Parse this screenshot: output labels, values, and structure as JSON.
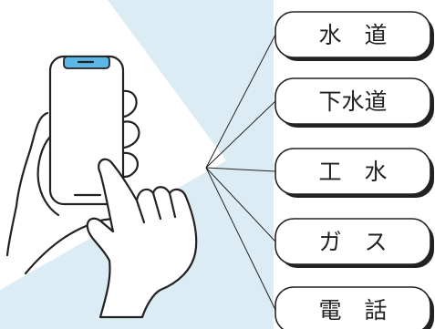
{
  "colors": {
    "background": "#ffffff",
    "accent_shape": "#dcecf4",
    "line": "#222222",
    "phone_notch": "#5bb8e6"
  },
  "services": [
    {
      "label": "水　道",
      "icon": "water-supply"
    },
    {
      "label": "下水道",
      "icon": "sewerage"
    },
    {
      "label": "工　水",
      "icon": "industrial-water"
    },
    {
      "label": "ガ　ス",
      "icon": "gas"
    },
    {
      "label": "電　話",
      "icon": "telephone"
    }
  ],
  "illustration": {
    "icon": "hand-holding-smartphone-icon"
  }
}
